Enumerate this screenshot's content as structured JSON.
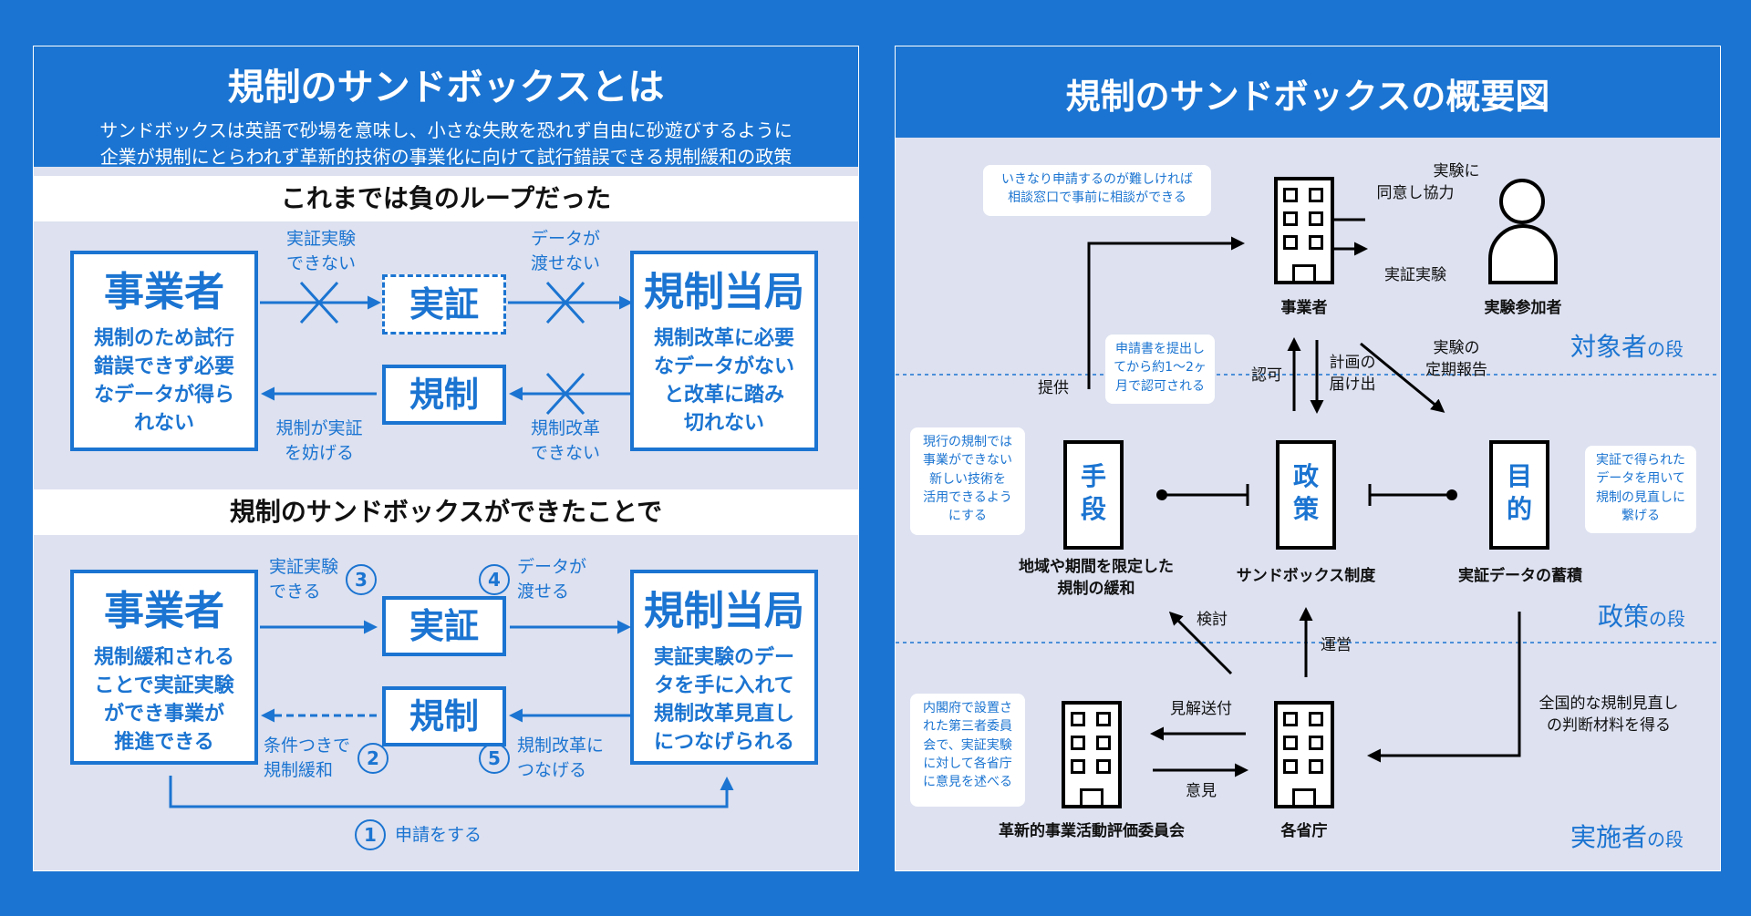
{
  "left": {
    "title": "規制のサンドボックスとは",
    "desc1": "サンドボックスは英語で砂場を意味し、小さな失敗を恐れず自由に砂遊びするように",
    "desc2": "企業が規制にとらわれず革新的技術の事業化に向けて試行錯誤できる規制緩和の政策",
    "section1": {
      "heading": "これまでは負のループだった",
      "business_title": "事業者",
      "business_text": [
        "規制のため試行",
        "錯誤できず必要",
        "なデータが得ら",
        "れない"
      ],
      "authority_title": "規制当局",
      "authority_text": [
        "規制改革に必要",
        "なデータがない",
        "と改革に踏み",
        "切れない"
      ],
      "verify": "実証",
      "regulation": "規制",
      "label_verify": [
        "実証実験",
        "できない"
      ],
      "label_data": [
        "データが",
        "渡せない"
      ],
      "label_block": [
        "規制が実証",
        "を妨げる"
      ],
      "label_reform": [
        "規制改革",
        "できない"
      ]
    },
    "section2": {
      "heading": "規制のサンドボックスができたことで",
      "business_title": "事業者",
      "business_text": [
        "規制緩和される",
        "ことで実証実験",
        "ができ事業が",
        "推進できる"
      ],
      "authority_title": "規制当局",
      "authority_text": [
        "実証実験のデー",
        "タを手に入れて",
        "規制改革見直し",
        "につなげられる"
      ],
      "verify": "実証",
      "regulation": "規制",
      "step1_num": "1",
      "step1": "申請をする",
      "step2_num": "2",
      "step2": [
        "条件つきで",
        "規制緩和"
      ],
      "step3_num": "3",
      "step3": [
        "実証実験",
        "できる"
      ],
      "step4_num": "4",
      "step4": [
        "データが",
        "渡せる"
      ],
      "step5_num": "5",
      "step5": [
        "規制改革に",
        "つなげる"
      ]
    }
  },
  "right": {
    "title": "規制のサンドボックスの概要図",
    "bubble_consult": [
      "いきなり申請するのが難しければ",
      "相談窓口で事前に相談ができる"
    ],
    "business": "事業者",
    "participant": "実験参加者",
    "label_consent": [
      "実験に",
      "同意し協力"
    ],
    "label_experiment": "実証実験",
    "bubble_apply": [
      "申請書を提出し",
      "てから約1〜2ヶ",
      "月で認可される"
    ],
    "label_provide": "提供",
    "label_approve": "認可",
    "label_plan": [
      "計画の",
      "届け出"
    ],
    "label_report": [
      "実験の",
      "定期報告"
    ],
    "tier_target": "対象者",
    "tier_policy": "政策",
    "tier_impl": "実施者",
    "tier_suffix": "の段",
    "bubble_means": [
      "現行の規制では",
      "事業ができない",
      "新しい技術を",
      "活用できるよう",
      "にする"
    ],
    "means": [
      "手",
      "段"
    ],
    "policy": [
      "政",
      "策"
    ],
    "purpose": [
      "目",
      "的"
    ],
    "bubble_purpose": [
      "実証で得られた",
      "データを用いて",
      "規制の見直しに",
      "繋げる"
    ],
    "means_caption": [
      "地域や期間を限定した",
      "規制の緩和"
    ],
    "policy_caption": "サンドボックス制度",
    "purpose_caption": "実証データの蓄積",
    "label_review": "検討",
    "label_operate": "運営",
    "label_national": [
      "全国的な規制見直し",
      "の判断材料を得る"
    ],
    "bubble_cabinet": [
      "内閣府で設置さ",
      "れた第三者委員",
      "会で、実証実験",
      "に対して各省庁",
      "に意見を述べる"
    ],
    "label_opinion_send": "見解送付",
    "label_opinion": "意見",
    "committee": "革新的事業活動評価委員会",
    "ministries": "各省庁"
  }
}
